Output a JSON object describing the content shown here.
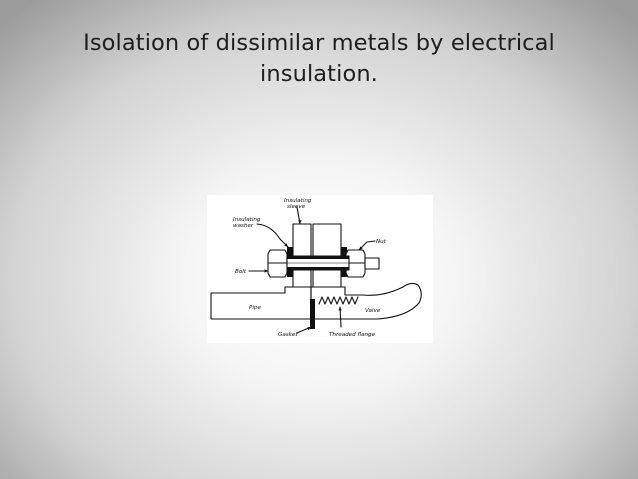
{
  "slide": {
    "title_line1": "Isolation of dissimilar metals by electrical",
    "title_line2": "insulation."
  },
  "diagram": {
    "labels": {
      "insulating_sleeve_1": "Insulating",
      "insulating_sleeve_2": "sleeve",
      "insulating_washer_1": "Insulating",
      "insulating_washer_2": "washer",
      "nut": "Nut",
      "bolt": "Bolt",
      "pipe": "Pipe",
      "valve": "Valve",
      "gasket": "Gasket",
      "threaded_flange": "Threaded flange"
    },
    "colors": {
      "ink": "#111111",
      "paper": "#ffffff"
    }
  }
}
